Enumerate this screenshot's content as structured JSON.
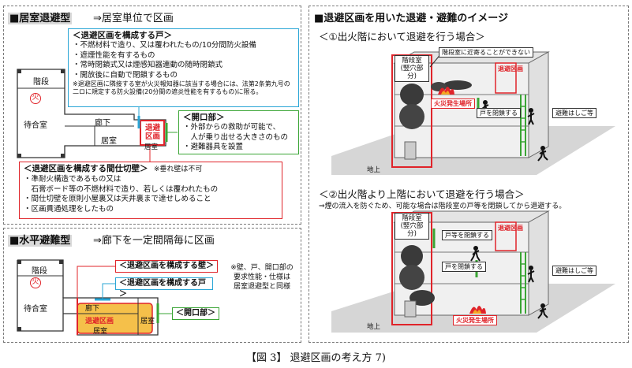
{
  "panel1": {
    "title": "■居室退避型",
    "subtitle": "⇒居室単位で区画",
    "door_box": {
      "header": "＜退避区画を構成する戸＞",
      "items": [
        "・不燃材料で造り、又は覆われたもの/10分間防火設備",
        "・遮煙性能を有するもの",
        "・常時閉鎖式又は煙感知器連動の随時閉鎖式",
        "・開放後に自動で閉鎖するもの"
      ],
      "note": "※退避区画に隣接する室が火災報知器に該当する場合には、法第2条第九号の二ロに規定する防火設備(20分間の遮炎性能を有するもの)に限る。"
    },
    "opening_box": {
      "header": "＜開口部＞",
      "items": [
        "・外部からの救助が可能で、",
        "　人が乗り出せる大きさのもの",
        "・避難器具を設置"
      ]
    },
    "partition_box": {
      "header": "＜退避区画を構成する間仕切壁＞",
      "header_note": "※垂れ壁は不可",
      "items": [
        "・準耐火構造であるもの又は",
        "　石膏ボード等の不燃材料で造り、若しくは覆われたもの",
        "・間仕切壁を原則小屋裏又は天井裏まで達せしめること",
        "・区画貫通処理をしたもの"
      ]
    },
    "plan": {
      "stairs": "階段",
      "fire": "火",
      "waiting": "待合室",
      "corridor": "廊下",
      "room": "居室",
      "refuge": [
        "退避",
        "区画"
      ],
      "refuge_room": "居室"
    }
  },
  "panel2": {
    "title": "■水平避難型",
    "subtitle": "⇒廊下を一定間隔毎に区画",
    "wall_label": "＜退避区画を構成する壁＞",
    "door_label": "＜退避区画を構成する戸＞",
    "opening_label": "＜開口部＞",
    "note": [
      "※壁、戸、開口部の",
      "要求性能・仕様は",
      "居室退避型と同様"
    ],
    "plan": {
      "stairs": "階段",
      "fire": "火",
      "waiting": "待合室",
      "corridor": "廊下",
      "refuge": "退避区画",
      "room_right": "居室",
      "room_bottom": "居室"
    }
  },
  "panel3": {
    "title": "■退避区画を用いた退避・避難のイメージ",
    "case1": {
      "title": "＜①出火階において退避を行う場合＞",
      "stair_label": [
        "階段室",
        "(竪穴部分)"
      ],
      "callout": "階段室に近寄ることができない",
      "refuge": "退避区画",
      "fire": "火災発生場所",
      "door": "戸を閉鎖する",
      "ladder": "避難はしご等",
      "ground": "地上"
    },
    "case2": {
      "title": "＜②出火階より上階において退避を行う場合＞",
      "subtitle": "⇒煙の流入を防ぐため、可能な場合は階段室の戸等を閉鎖してから退避する。",
      "stair_label": [
        "階段室",
        "(竪穴部分)"
      ],
      "door_top": "戸等を閉鎖する",
      "refuge": "退避区画",
      "door_mid": "戸を閉鎖する",
      "ladder": "避難はしご等",
      "fire": "火災発生場所",
      "ground": "地上"
    }
  },
  "caption": "【図 3】 退避区画の考え方 7)",
  "colors": {
    "red": "#e0242a",
    "cyan": "#2aa6d6",
    "green": "#3aa535",
    "refuge_fill": "#f5c04a",
    "smoke": "#3a3a3a"
  }
}
